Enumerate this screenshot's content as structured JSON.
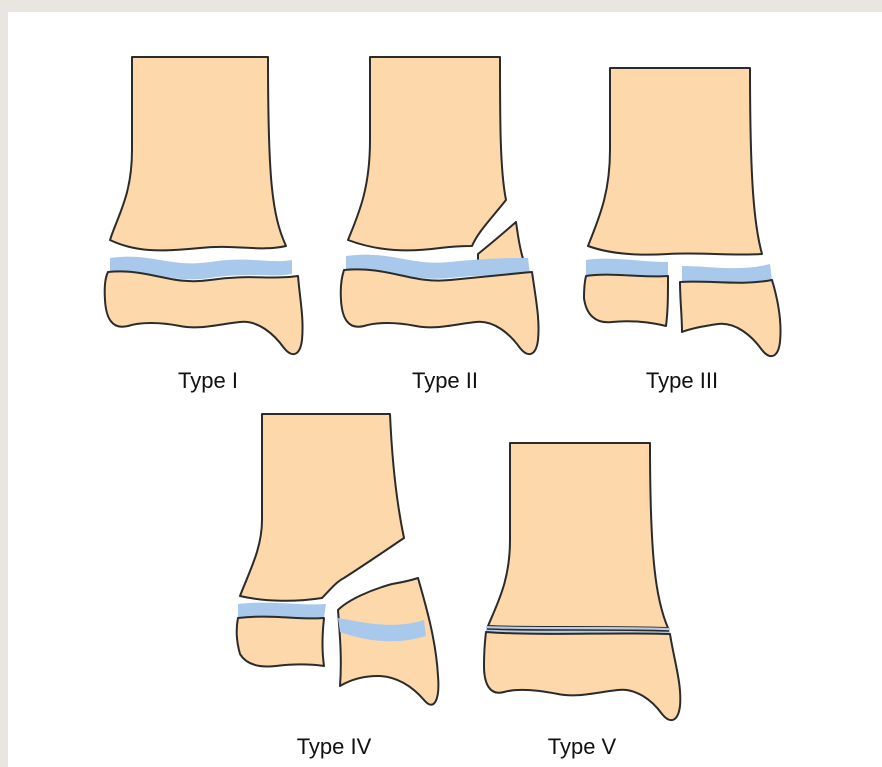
{
  "figure": {
    "labels": {
      "type1": "Type I",
      "type2": "Type II",
      "type3": "Type III",
      "type4": "Type IV",
      "type5": "Type V"
    },
    "colors": {
      "bone": "#fdd8ab",
      "growth_plate": "#a8c9ec",
      "outline": "#2b2b2b",
      "background": "#ffffff",
      "frame": "#e9e6e1"
    }
  }
}
